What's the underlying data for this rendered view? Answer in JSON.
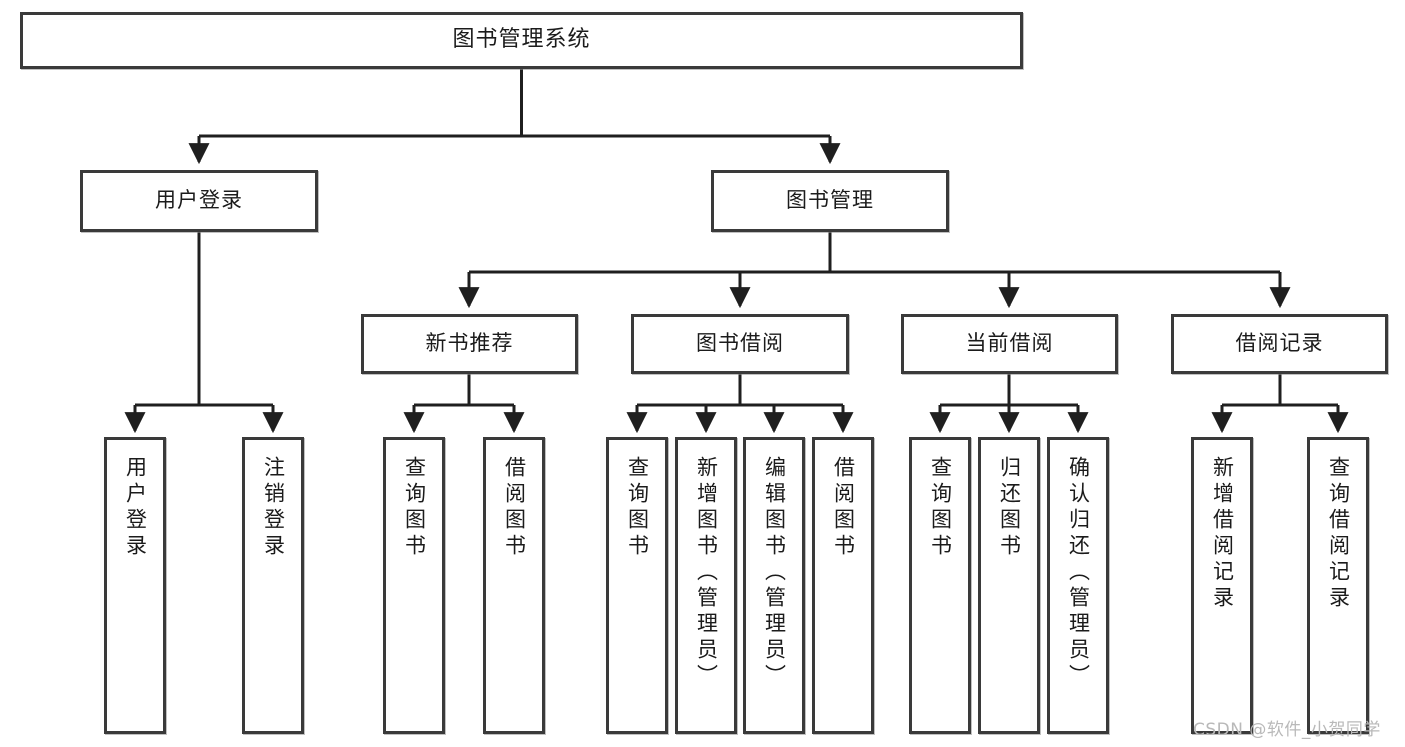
{
  "diagram": {
    "title": "图书管理系统",
    "watermark": "CSDN @软件_小贺同学",
    "colors": {
      "box_border": "#3a3a3a",
      "box_fill": "#ffffff",
      "edge": "#1f1f1f",
      "text": "#1b1b1b",
      "watermark": "#b9b9b9",
      "background": "#ffffff"
    },
    "nodes": {
      "root": {
        "label": "图书管理系统"
      },
      "level2": [
        {
          "label": "用户登录"
        },
        {
          "label": "图书管理"
        }
      ],
      "level3": [
        {
          "label": "新书推荐"
        },
        {
          "label": "图书借阅"
        },
        {
          "label": "当前借阅"
        },
        {
          "label": "借阅记录"
        }
      ],
      "leaves": [
        {
          "label": "用户登录"
        },
        {
          "label": "注销登录"
        },
        {
          "label": "查询图书"
        },
        {
          "label": "借阅图书"
        },
        {
          "label": "查询图书"
        },
        {
          "label": "新增图书（管理员）"
        },
        {
          "label": "编辑图书（管理员）"
        },
        {
          "label": "借阅图书"
        },
        {
          "label": "查询图书"
        },
        {
          "label": "归还图书"
        },
        {
          "label": "确认归还（管理员）"
        },
        {
          "label": "新增借阅记录"
        },
        {
          "label": "查询借阅记录"
        }
      ]
    }
  }
}
